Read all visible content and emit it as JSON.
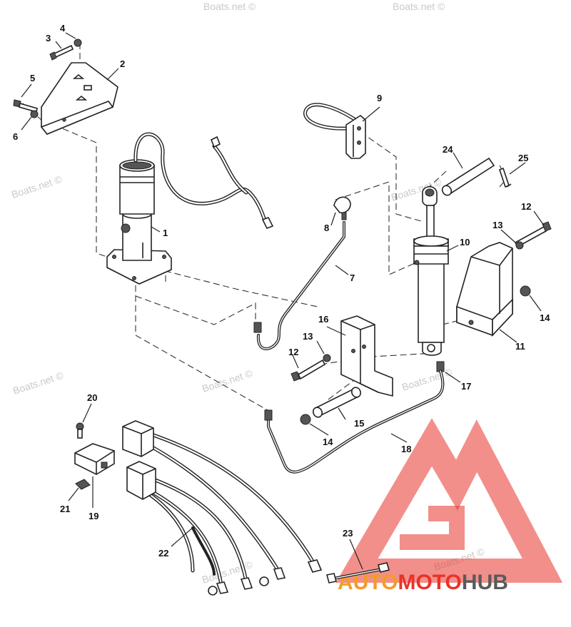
{
  "watermark": {
    "text": "Boats.net ©"
  },
  "callouts": [
    "1",
    "2",
    "3",
    "4",
    "5",
    "6",
    "7",
    "8",
    "9",
    "10",
    "11",
    "12",
    "12",
    "13",
    "13",
    "14",
    "14",
    "15",
    "16",
    "17",
    "18",
    "19",
    "20",
    "21",
    "22",
    "23",
    "24",
    "25"
  ],
  "logo": {
    "part1": "AUTO",
    "part2": "MOTO",
    "part3": "HUB"
  },
  "colors": {
    "logo_red": "#e8332a",
    "logo_orange": "#f39c2a",
    "logo_gray": "#5a5a5a",
    "line": "#222222"
  }
}
